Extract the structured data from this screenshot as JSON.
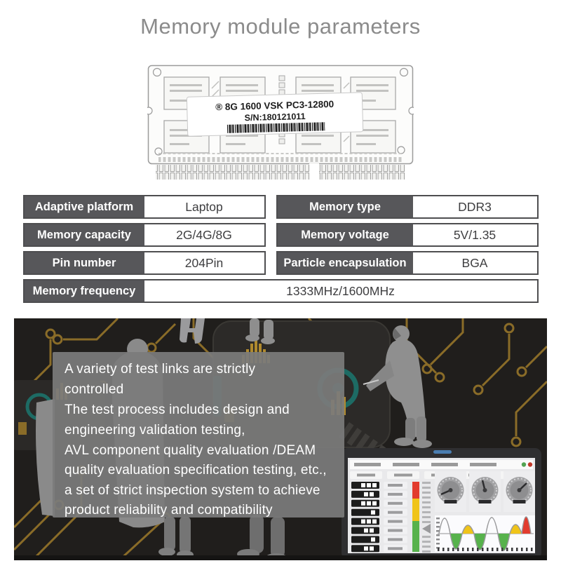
{
  "page": {
    "title": "Memory module parameters"
  },
  "module_image": {
    "label_line1": "® 8G 1600 VSK PC3-12800",
    "label_line2": "S/N:180121011"
  },
  "spec_table": {
    "rows": [
      {
        "cells": [
          {
            "label": "Adaptive platform",
            "value": "Laptop"
          },
          {
            "label": "Memory type",
            "value": "DDR3"
          }
        ]
      },
      {
        "cells": [
          {
            "label": "Memory capacity",
            "value": "2G/4G/8G"
          },
          {
            "label": "Memory voltage",
            "value": "5V/1.35"
          }
        ]
      },
      {
        "cells": [
          {
            "label": "Pin number",
            "value": "204Pin"
          },
          {
            "label": "Particle encapsulation",
            "value": "BGA"
          }
        ]
      },
      {
        "cells": [
          {
            "label": "Memory frequency",
            "value": "1333MHz/1600MHz"
          }
        ]
      }
    ]
  },
  "quality_section": {
    "lines": [
      "A variety of test links are strictly",
      "controlled",
      "The test process includes design and",
      "engineering validation testing,",
      "AVL component quality evaluation /DEAM",
      "quality evaluation specification testing, etc.,",
      "a set of strict inspection system to achieve",
      "product reliability and compatibility"
    ]
  },
  "colors": {
    "table_label_bg": "#57575a",
    "scene_bg": "#201e1c",
    "trace_gold": "#8a6c28",
    "chip_teal": "#1d6b64",
    "gauge_red": "#e23b2e",
    "gauge_yellow": "#f0c419",
    "gauge_green": "#57b24c",
    "monitor_blue": "#4a7db0",
    "status_green_dot": "#52a352",
    "status_red_dot": "#c0392b"
  }
}
